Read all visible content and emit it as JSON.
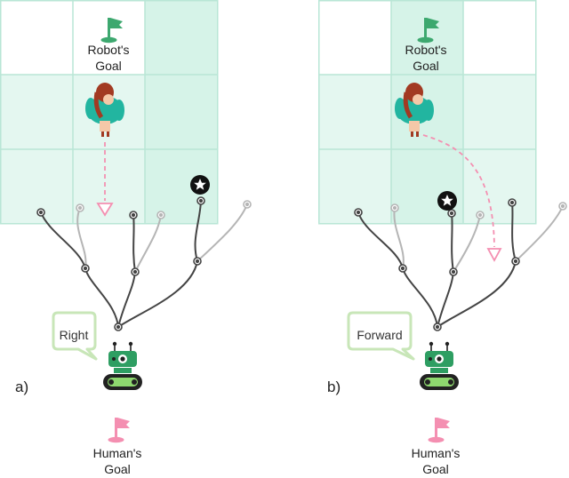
{
  "panels": [
    {
      "letter": "a)",
      "speech": "Right",
      "robot_goal": [
        "Robot's",
        "Goal"
      ],
      "human_goal": [
        "Human's",
        "Goal"
      ]
    },
    {
      "letter": "b)",
      "speech": "Forward",
      "robot_goal": [
        "Robot's",
        "Goal"
      ],
      "human_goal": [
        "Human's",
        "Goal"
      ]
    }
  ],
  "colors": {
    "grid_fill": "#e4f7f0",
    "grid_line": "#b9e6d6",
    "highlight": "#d2f2e6",
    "robot_flag": "#3da86f",
    "human_flag": "#f48fb1",
    "trajectory": "#f48fb1",
    "bubble_border": "#c8e6b8",
    "tree_dark": "#444444",
    "tree_light": "#b5b5b5"
  },
  "icons": [
    "robot-flag-icon",
    "human-flag-icon",
    "person-icon",
    "robot-icon",
    "star-marker-icon",
    "speech-bubble-icon"
  ]
}
